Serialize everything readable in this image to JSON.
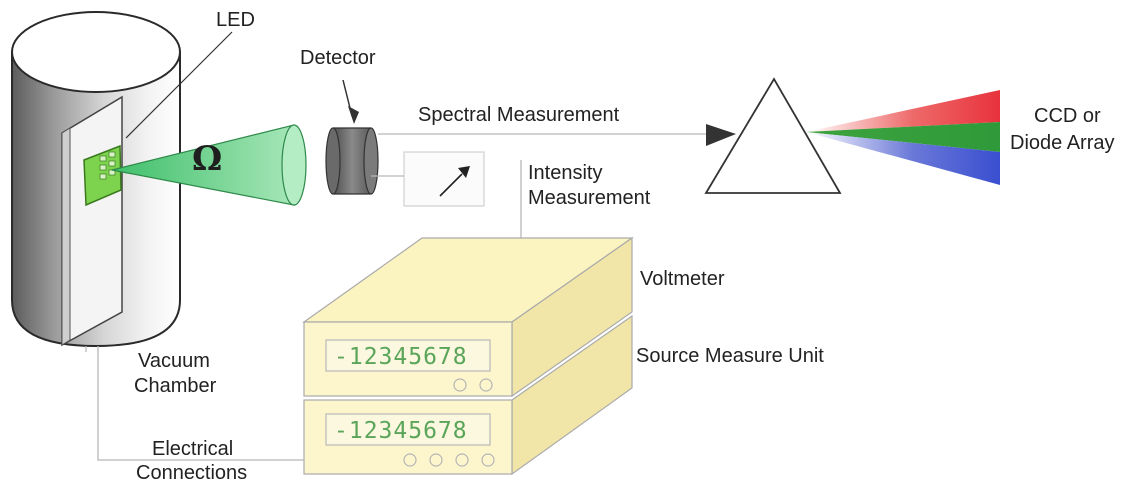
{
  "labels": {
    "led": "LED",
    "detector": "Detector",
    "spectral": "Spectral Measurement",
    "ccd_line1": "CCD or",
    "ccd_line2": "Diode Array",
    "intensity_line1": "Intensity",
    "intensity_line2": "Measurement",
    "voltmeter": "Voltmeter",
    "smu": "Source Measure Unit",
    "vacuum_line1": "Vacuum",
    "vacuum_line2": "Chamber",
    "electrical_line1": "Electrical",
    "electrical_line2": "Connections",
    "solid_angle": "Ω"
  },
  "displays": {
    "voltmeter": "-12345678",
    "smu": "-12345678"
  },
  "colors": {
    "cone": "#6fd58f",
    "led_chip": "#7ed34e",
    "instrument": "#fbf3c0",
    "spectrum_red": "#e8323c",
    "spectrum_green": "#3da33d",
    "spectrum_blue": "#3a4fd0"
  }
}
